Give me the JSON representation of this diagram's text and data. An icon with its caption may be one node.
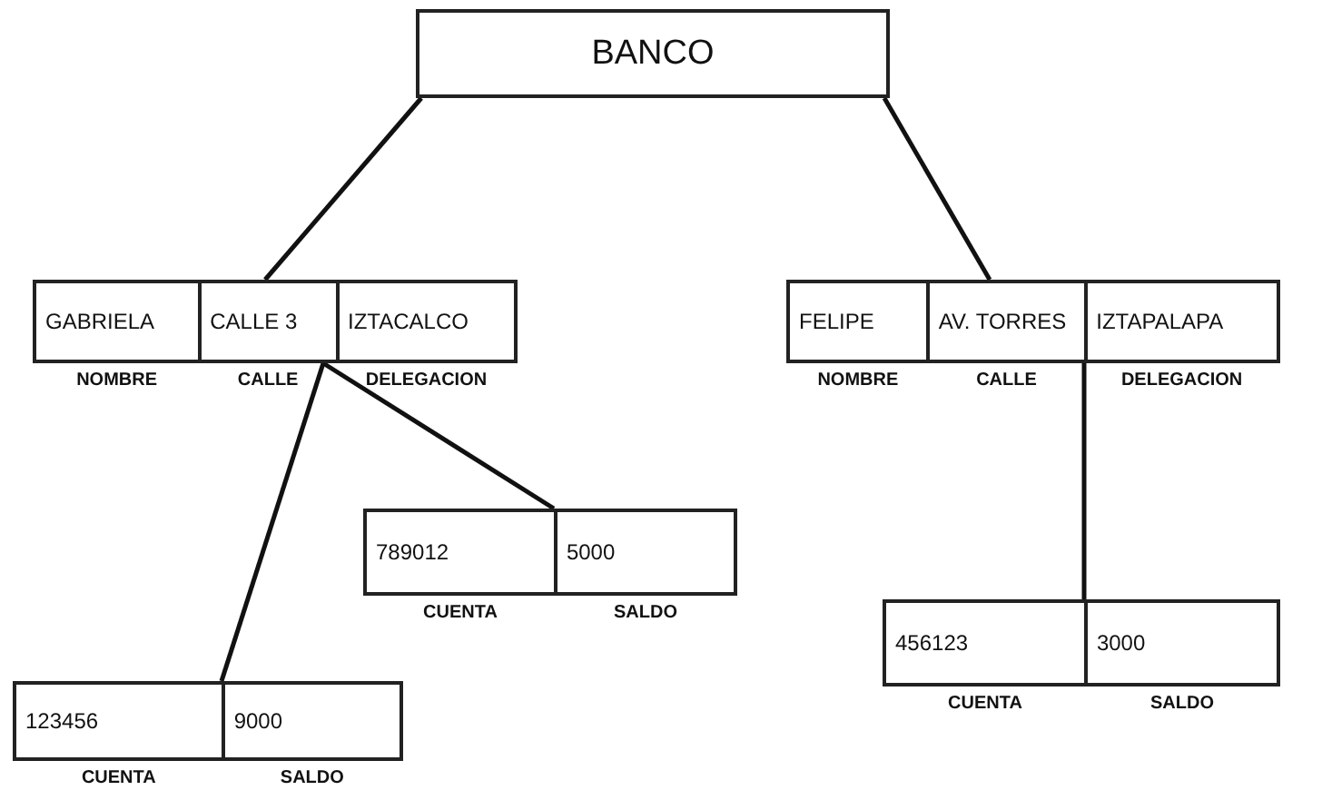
{
  "diagram": {
    "nodes": [
      {
        "text": [
          "BANCO"
        ]
      },
      {
        "text": [],
        "shape": "box"
      },
      {
        "text": [
          "GABRIELA"
        ],
        "in": 1,
        "beside": [
          "NOMBRE"
        ]
      },
      {
        "text": [
          "CALLE 3"
        ],
        "in": 1,
        "beside": [
          "CALLE"
        ]
      },
      {
        "text": [
          "IZTACALCO"
        ],
        "in": 1,
        "beside": [
          "DELEGACION"
        ]
      },
      {
        "text": [],
        "shape": "box"
      },
      {
        "text": [
          "FELIPE"
        ],
        "in": 5,
        "beside": [
          "NOMBRE"
        ]
      },
      {
        "text": [
          "AV. TORRES"
        ],
        "in": 5,
        "beside": [
          "CALLE"
        ]
      },
      {
        "text": [
          "IZTAPALAPA"
        ],
        "in": 5,
        "beside": [
          "DELEGACION"
        ]
      },
      {
        "text": [],
        "shape": "box"
      },
      {
        "text": [
          "789012"
        ],
        "in": 9,
        "beside": [
          "CUENTA"
        ]
      },
      {
        "text": [
          "5000"
        ],
        "in": 9,
        "beside": [
          "SALDO"
        ]
      },
      {
        "text": [],
        "shape": "box"
      },
      {
        "text": [
          "456123"
        ],
        "in": 12,
        "beside": [
          "CUENTA"
        ]
      },
      {
        "text": [
          "3000"
        ],
        "in": 12,
        "beside": [
          "SALDO"
        ]
      },
      {
        "text": [],
        "shape": "box"
      },
      {
        "text": [
          "123456"
        ],
        "in": 15,
        "beside": [
          "CUENTA"
        ]
      },
      {
        "text": [
          "9000"
        ],
        "in": 15,
        "beside": [
          "SALDO"
        ]
      }
    ],
    "edges": [
      {
        "from": 0,
        "to": 1,
        "arrow": "none"
      },
      {
        "from": 0,
        "to": 5,
        "arrow": "none"
      },
      {
        "from": 1,
        "to": 9,
        "arrow": "none"
      },
      {
        "from": 1,
        "to": 15,
        "arrow": "none"
      },
      {
        "from": 5,
        "to": 12,
        "arrow": "none"
      }
    ]
  }
}
